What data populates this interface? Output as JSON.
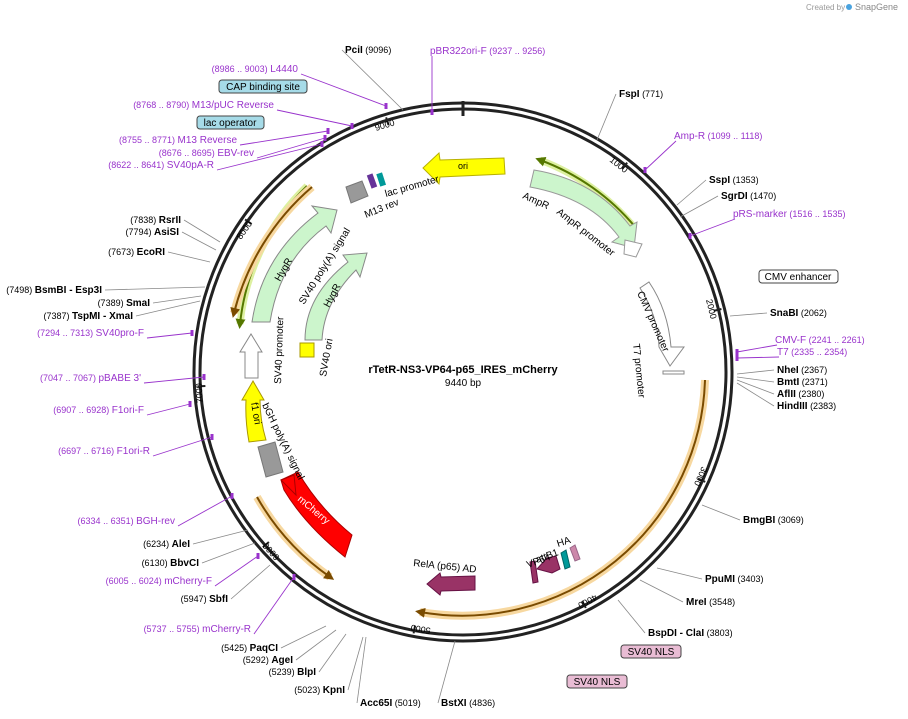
{
  "branding": {
    "created_by": "Created by",
    "product": "SnapGene"
  },
  "plasmid": {
    "name": "rTetR-NS3-VP64-p65_IRES_mCherry",
    "length": "9440 bp"
  },
  "scale": [
    "1000",
    "2000",
    "3000",
    "4000",
    "5000",
    "6000",
    "7000",
    "8000",
    "9000"
  ],
  "sites": [
    {
      "n": "PciI",
      "p": "(9096)"
    },
    {
      "n": "FspI",
      "p": "(771)"
    },
    {
      "n": "SspI",
      "p": "(1353)"
    },
    {
      "n": "SgrDI",
      "p": "(1470)"
    },
    {
      "n": "SnaBI",
      "p": "(2062)"
    },
    {
      "n": "NheI",
      "p": "(2367)"
    },
    {
      "n": "BmtI",
      "p": "(2371)"
    },
    {
      "n": "AflII",
      "p": "(2380)"
    },
    {
      "n": "HindIII",
      "p": "(2383)"
    },
    {
      "n": "BmgBI",
      "p": "(3069)"
    },
    {
      "n": "PpuMI",
      "p": "(3403)"
    },
    {
      "n": "MreI",
      "p": "(3548)"
    },
    {
      "n": "BspDI",
      "n2": "- ClaI",
      "p": "(3803)"
    },
    {
      "n": "BstXI",
      "p": "(4836)"
    },
    {
      "n": "KpnI",
      "p": "(5023)"
    },
    {
      "n": "Acc65I",
      "p": "(5019)"
    },
    {
      "n": "BlpI",
      "p": "(5239)"
    },
    {
      "n": "AgeI",
      "p": "(5292)"
    },
    {
      "n": "PaqCI",
      "p": "(5425)"
    },
    {
      "n": "SbfI",
      "p": "(5947)"
    },
    {
      "n": "BbvCI",
      "p": "(6130)"
    },
    {
      "n": "AleI",
      "p": "(6234)"
    },
    {
      "n": "EcoRI",
      "p": "(7673)"
    },
    {
      "n": "AsiSI",
      "p": "(7794)"
    },
    {
      "n": "RsrII",
      "p": "(7838)"
    },
    {
      "n": "BsmBI",
      "n2": "- Esp3I",
      "p": "(7498)"
    },
    {
      "n": "SmaI",
      "p": "(7389)"
    },
    {
      "n": "TspMI",
      "n2": "- XmaI",
      "p": "(7387)"
    }
  ],
  "primers": [
    {
      "n": "pBR322ori-F",
      "p": "(9237 .. 9256)"
    },
    {
      "n": "L4440",
      "p": "(8986 .. 9003)"
    },
    {
      "n": "M13/pUC Reverse",
      "p": "(8768 .. 8790)"
    },
    {
      "n": "M13 Reverse",
      "p": "(8755 .. 8771)"
    },
    {
      "n": "EBV-rev",
      "p": "(8676 .. 8695)"
    },
    {
      "n": "SV40pA-R",
      "p": "(8622 .. 8641)"
    },
    {
      "n": "Amp-R",
      "p": "(1099 .. 1118)"
    },
    {
      "n": "pRS-marker",
      "p": "(1516 .. 1535)"
    },
    {
      "n": "CMV-F",
      "p": "(2241 .. 2261)"
    },
    {
      "n": "T7",
      "p": "(2335 .. 2354)"
    },
    {
      "n": "SV40pro-F",
      "p": "(7294 .. 7313)"
    },
    {
      "n": "pBABE 3'",
      "p": "(7047 .. 7067)"
    },
    {
      "n": "F1ori-F",
      "p": "(6907 .. 6928)"
    },
    {
      "n": "F1ori-R",
      "p": "(6697 .. 6716)"
    },
    {
      "n": "BGH-rev",
      "p": "(6334 .. 6351)"
    },
    {
      "n": "mCherry-F",
      "p": "(6005 .. 6024)"
    },
    {
      "n": "mCherry-R",
      "p": "(5737 .. 5755)"
    }
  ],
  "boxes": {
    "cap": "CAP binding site",
    "lacop": "lac operator",
    "cmv": "CMV enhancer",
    "nls1": "SV40 NLS",
    "nls2": "SV40 NLS"
  },
  "features": {
    "ori": "ori",
    "ampr": "AmpR",
    "ampr_prom": "AmpR promoter",
    "lac_prom": "lac promoter",
    "m13rev": "M13 rev",
    "cmv_prom": "CMV promoter",
    "t7_prom": "T7 promoter",
    "hygr1": "HygR",
    "sv40pa": "SV40 poly(A) signal",
    "hygr2": "HygR",
    "sv40ori": "SV40 ori",
    "sv40prom": "SV40 promoter",
    "f1ori": "f1 ori",
    "bgh": "bGH poly(A) signal",
    "mcherry": "mCherry",
    "rela": "RelA (p65) AD",
    "attb1": "attB1",
    "vp64": "VP64",
    "ha": "HA"
  },
  "colors": {
    "ampr": "#ccf5cc",
    "ori": "#ffff00",
    "mcherry": "#ff0000",
    "rela": "#993366",
    "primer": "#9933cc",
    "orf_gold": "#f0c070"
  }
}
